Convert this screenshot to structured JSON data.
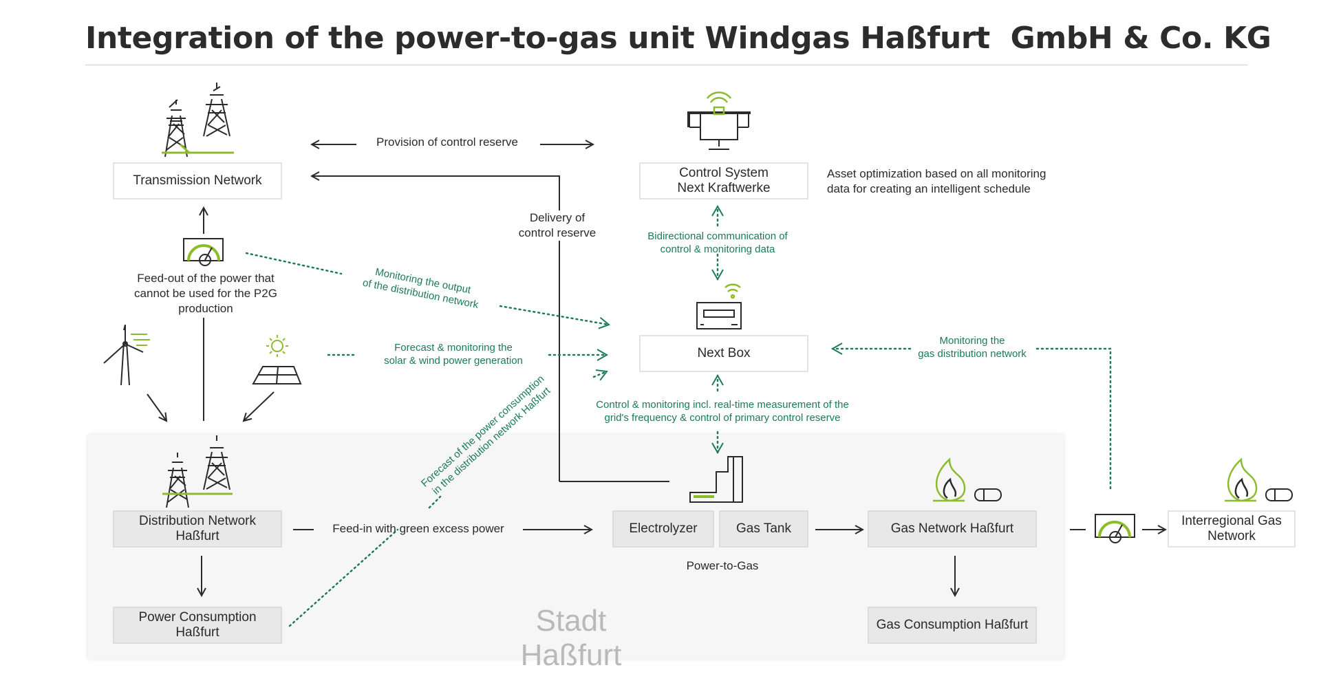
{
  "title": "Integration of the power-to-gas unit Windgas Haßfurt  GmbH & Co. KG",
  "city_label": "Stadt Haßfurt",
  "nodes": {
    "transmission_network": "Transmission Network",
    "control_system": "Control System\nNext Kraftwerke",
    "next_box": "Next Box",
    "distribution_network": "Distribution Network\nHaßfurt",
    "power_consumption": "Power Consumption\nHaßfurt",
    "electrolyzer": "Electrolyzer",
    "gas_tank": "Gas Tank",
    "gas_network": "Gas Network Haßfurt",
    "gas_consumption": "Gas Consumption Haßfurt",
    "interregional_gas": "Interregional Gas\nNetwork"
  },
  "labels": {
    "provision_control_reserve": "Provision of control reserve",
    "delivery_control_reserve": "Delivery of\ncontrol reserve",
    "asset_optimization": "Asset optimization based on all monitoring\ndata for creating an intelligent schedule",
    "feed_out": "Feed-out of the power that\ncannot be used for the P2G\nproduction",
    "feed_in": "Feed-in with green excess power",
    "power_to_gas": "Power-to-Gas"
  },
  "green_labels": {
    "bidirectional": "Bidirectional communication of\ncontrol & monitoring data",
    "monitoring_output": "Monitoring the output\nof the distribution network",
    "forecast_solar_wind": "Forecast & monitoring the\nsolar & wind power generation",
    "forecast_consumption": "Forecast  of the power consumption\nin the distribution network Haßfurt",
    "control_monitoring": "Control & monitoring incl. real-time measurement of the\ngrid's frequency & control of  primary control reserve",
    "monitoring_gas": "Monitoring the\ngas distribution network"
  },
  "icons": [
    "power-pylons-icon",
    "computer-monitor-icon",
    "wifi-icon",
    "meter-gauge-icon",
    "wind-turbine-icon",
    "solar-panel-icon",
    "router-box-icon",
    "factory-icon",
    "gas-flame-icon",
    "gas-cylinder-icon"
  ],
  "colors": {
    "accent_green": "#8cbc2a",
    "teal": "#1b7a5c",
    "line": "#2a2a2a",
    "box_grey": "#e7e8e7",
    "panel": "#f6f6f6"
  }
}
